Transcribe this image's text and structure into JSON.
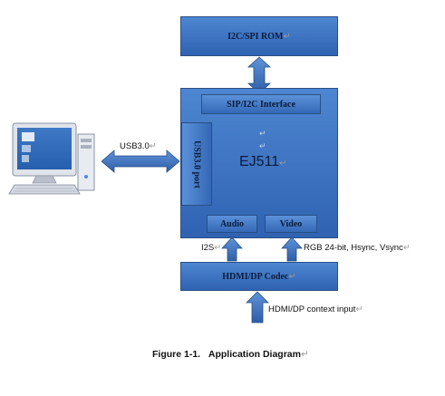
{
  "rom": {
    "label": "I2C/SPI ROM"
  },
  "chip": {
    "name": "EJ511",
    "interface_label": "SIP/I2C Interface",
    "usb_port_label": "USB3.0 port",
    "audio_label": "Audio",
    "video_label": "Video"
  },
  "codec": {
    "label": "HDMI/DP Codec"
  },
  "links": {
    "usb": "USB3.0",
    "i2s": "I2S",
    "rgb": "RGB 24-bit, Hsync, Vsync",
    "hdmi_input": "HDMI/DP context input"
  },
  "caption": {
    "figure": "Figure 1-1.",
    "title": "Application Diagram"
  }
}
